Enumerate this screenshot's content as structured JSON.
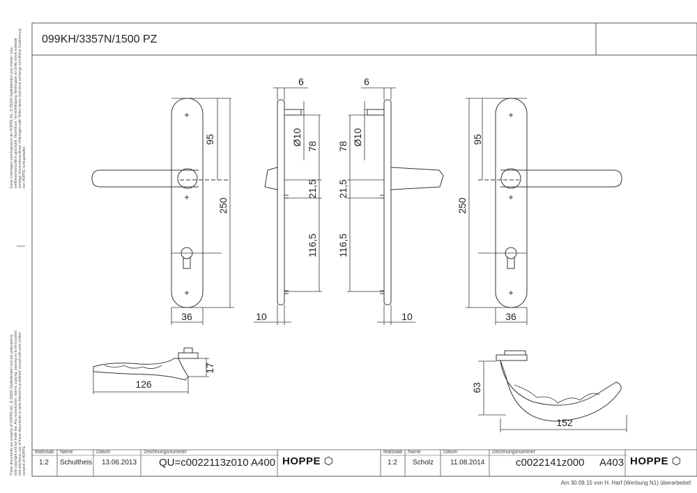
{
  "drawing": {
    "title": "099KH/3357N/1500 PZ",
    "side_note_top": "Diese Unterlagen sind Eigentum der HOPPE AG, D-35260 Stadtallendorf und urheber- bzw. wettbewerbsrechtlich geschützt. Nachdruck, Vervielfältigung, Weitergabe an Dritte sowie jedwede sonstige Verwendung dieser Unterlagen oder Teilen davon sind ohne vorherige schriftliche Zustimmung von HOPPE nicht gestattet.",
    "side_note_bottom": "These documents are property of HOPPE AG, D-35260 Stadtallendorf and are protected by both copyright and fair trade law. Any reproduction, reprint, copying, passing on to third parties and whichever use of these documents or parts thereof is prohibited, except with prior written consent of HOPPE.",
    "footer_note": "Am 30.09.15 von H. Harf (Werbung N1) überarbeitet!"
  },
  "dimensions": {
    "left_plate": {
      "height_95": "95",
      "height_250": "250",
      "width_36": "36"
    },
    "left_side": {
      "top_6": "6",
      "dia_10": "Ø10",
      "d_78": "78",
      "d_21_5": "21,5",
      "d_116_5": "116,5",
      "bottom_10": "10"
    },
    "right_side": {
      "top_6": "6",
      "dia_10": "Ø10",
      "d_78": "78",
      "d_21_5": "21,5",
      "d_116_5": "116,5",
      "bottom_10": "10"
    },
    "right_plate": {
      "height_95": "95",
      "height_250": "250",
      "width_36": "36"
    },
    "left_lever": {
      "length_126": "126",
      "height_17": "17"
    },
    "right_lever": {
      "length_152": "152",
      "height_63": "63"
    }
  },
  "title_blocks": [
    {
      "label_scale": "Maßstab",
      "label_name": "Name",
      "label_date": "Datum",
      "label_number": "Zeichnungsnummer",
      "scale": "1:2",
      "name": "Schultheis",
      "date": "13.06.2013",
      "number": "QU=c0022113z010",
      "format": "A400",
      "logo": "HOPPE"
    },
    {
      "label_scale": "Maßstab",
      "label_name": "Name",
      "label_date": "Datum",
      "label_number": "Zeichnungsnummer",
      "scale": "1:2",
      "name": "Scholz",
      "date": "11.08.2014",
      "number": "c0022141z000",
      "format": "A403",
      "logo": "HOPPE"
    }
  ],
  "colors": {
    "line": "#333333",
    "frame": "#555555",
    "background": "#ffffff"
  }
}
